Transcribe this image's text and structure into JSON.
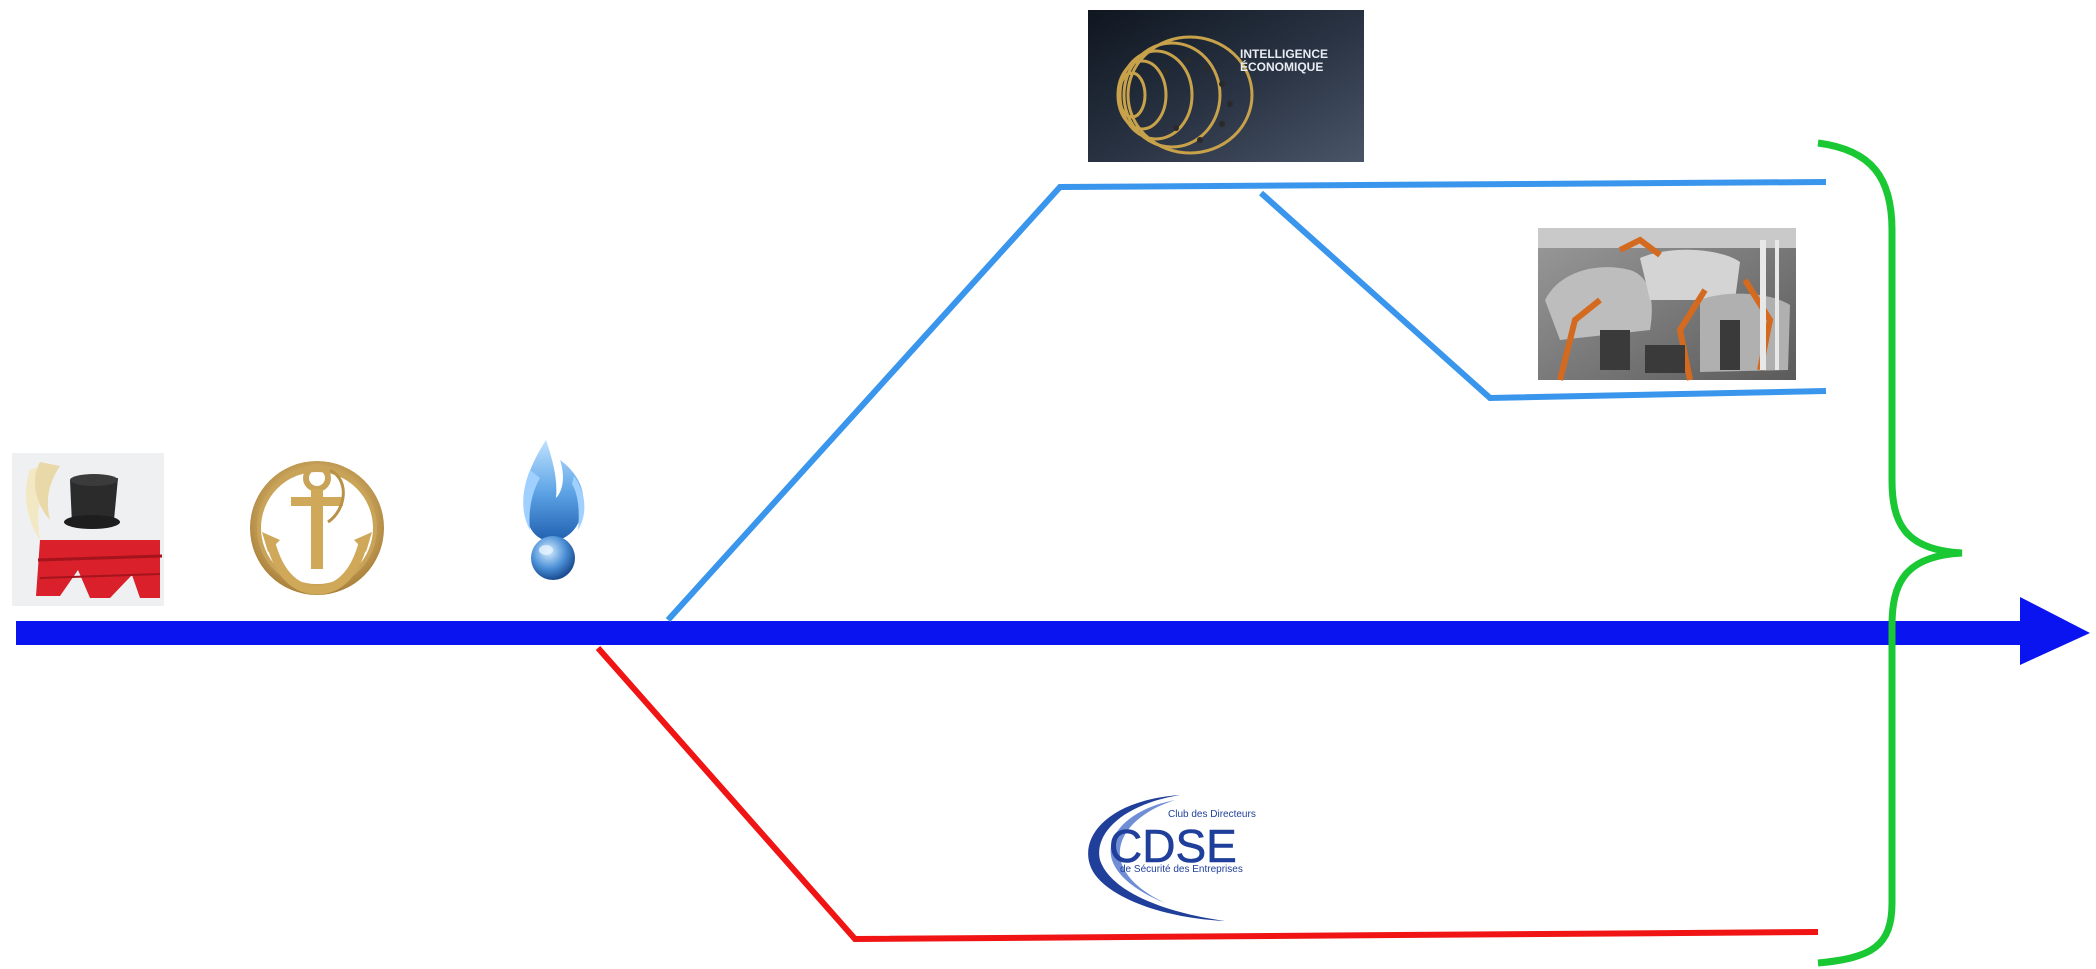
{
  "colors": {
    "timeline": "#0a14f0",
    "light_blue_path": "#3a96ec",
    "red_path": "#f01414",
    "brace": "#19c832",
    "cdse_blue": "#1f3f9a"
  },
  "images": {
    "helmet": "shako-helmet-with-red-epaulettes",
    "anchor": "gold-anchor-insignia",
    "grenade": "flaming-grenade-insignia",
    "globe": "wireframe-globe-dark-banner",
    "factory": "robotic-car-assembly-line-photo",
    "cdse": "cdse-logo"
  },
  "intelligence_banner": {
    "line1": "INTELLIGENCE",
    "line2": "ÉCONOMIQUE"
  },
  "cdse_logo": {
    "top": "Club des Directeurs",
    "main": "CDSE",
    "bottom": "de Sécurité des Entreprises"
  }
}
